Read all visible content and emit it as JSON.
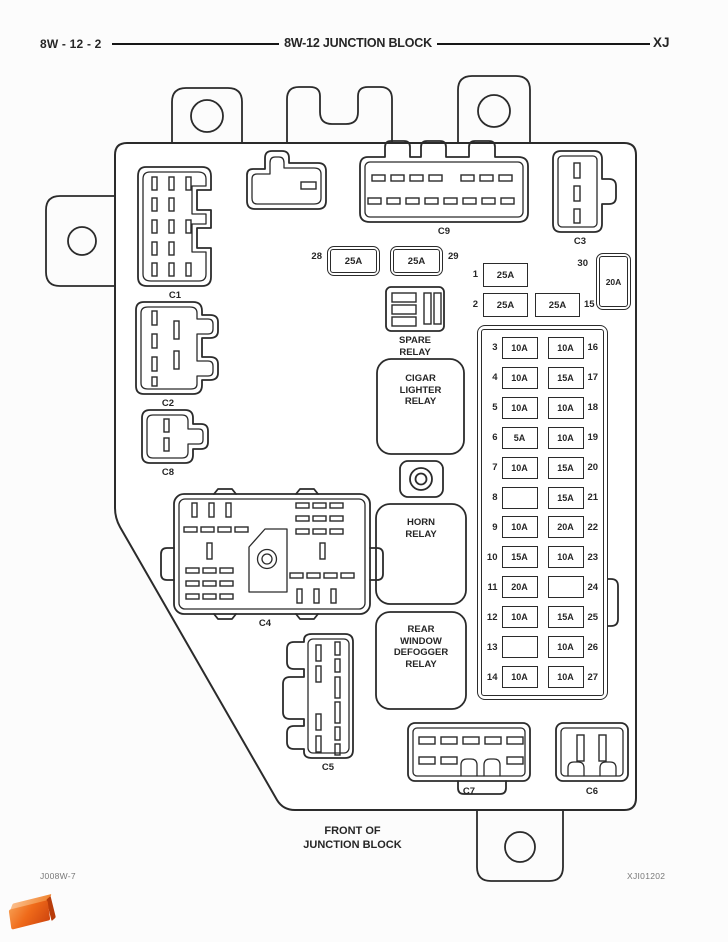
{
  "header": {
    "left": "8W - 12 - 2",
    "center": "8W-12 JUNCTION BLOCK",
    "right": "XJ"
  },
  "footer": {
    "left": "J008W-7",
    "right": "XJI01202"
  },
  "diagram": {
    "front_label_line1": "FRONT OF",
    "front_label_line2": "JUNCTION BLOCK",
    "connector_labels": {
      "c1": "C1",
      "c2": "C2",
      "c3": "C3",
      "c4": "C4",
      "c5": "C5",
      "c6": "C6",
      "c7": "C7",
      "c8": "C8",
      "c9": "C9"
    },
    "relays": {
      "spare": [
        "SPARE",
        "RELAY"
      ],
      "cigar_lighter": [
        "CIGAR",
        "LIGHTER",
        "RELAY"
      ],
      "horn": [
        "HORN",
        "RELAY"
      ],
      "rear_defogger": [
        "REAR",
        "WINDOW",
        "DEFOGGER",
        "RELAY"
      ]
    },
    "colors": {
      "line": "#2b2b2b",
      "watermark_orange": "#ef6a1a",
      "background": "#fcfcfc"
    }
  },
  "fuses": {
    "f28": {
      "num": "28",
      "amp": "25A"
    },
    "f29": {
      "num": "29",
      "amp": "25A"
    },
    "f30": {
      "num": "30",
      "amp": "20A"
    },
    "f1": {
      "num": "1",
      "amp": "25A"
    },
    "f2": {
      "num": "2",
      "amp": "25A"
    },
    "f15": {
      "num": "15",
      "amp": "25A"
    },
    "grid_rows": [
      {
        "ln": "3",
        "la": "10A",
        "ra": "10A",
        "rn": "16"
      },
      {
        "ln": "4",
        "la": "10A",
        "ra": "15A",
        "rn": "17"
      },
      {
        "ln": "5",
        "la": "10A",
        "ra": "10A",
        "rn": "18"
      },
      {
        "ln": "6",
        "la": "5A",
        "ra": "10A",
        "rn": "19"
      },
      {
        "ln": "7",
        "la": "10A",
        "ra": "15A",
        "rn": "20"
      },
      {
        "ln": "8",
        "la": "",
        "ra": "15A",
        "rn": "21"
      },
      {
        "ln": "9",
        "la": "10A",
        "ra": "20A",
        "rn": "22"
      },
      {
        "ln": "10",
        "la": "15A",
        "ra": "10A",
        "rn": "23"
      },
      {
        "ln": "11",
        "la": "20A",
        "ra": "",
        "rn": "24"
      },
      {
        "ln": "12",
        "la": "10A",
        "ra": "15A",
        "rn": "25"
      },
      {
        "ln": "13",
        "la": "",
        "ra": "10A",
        "rn": "26"
      },
      {
        "ln": "14",
        "la": "10A",
        "ra": "10A",
        "rn": "27"
      }
    ]
  }
}
